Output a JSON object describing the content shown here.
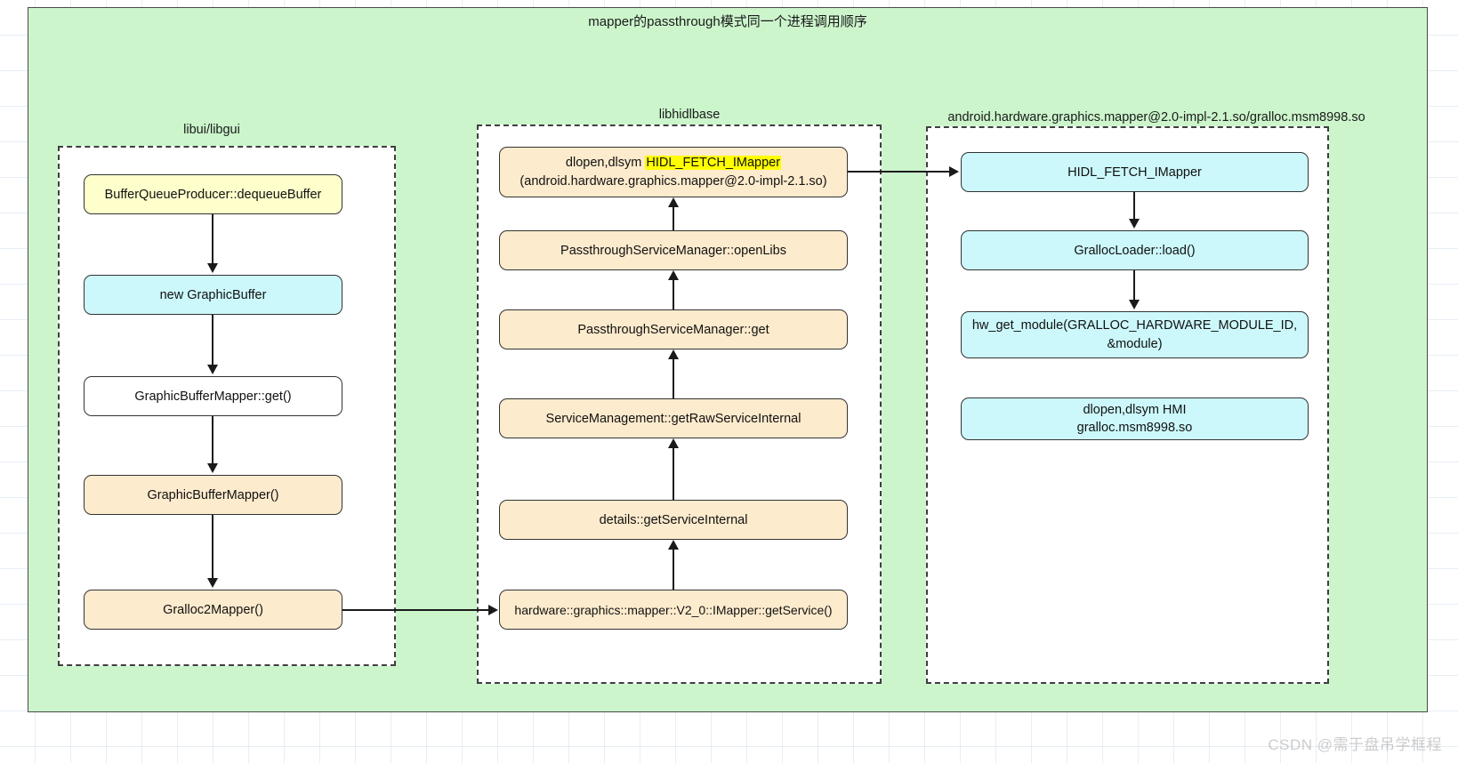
{
  "diagram": {
    "title": "mapper的passthrough模式同一个进程调用顺序",
    "watermark": "CSDN @需于盘吊学框程",
    "colors": {
      "canvas_bg": "#ccf5cc",
      "lane_bg": "#ffffff",
      "lane_border": "#3f3f3f",
      "node_border": "#333333",
      "fill_yellow": "#ffffcc",
      "fill_tan": "#fdebcd",
      "fill_cyan": "#ccf8fb",
      "fill_white": "#ffffff",
      "highlight": "#ffff00",
      "arrow": "#1a1a1a"
    }
  },
  "lanes": [
    {
      "id": "libui",
      "label": "libui/libgui"
    },
    {
      "id": "libhidlbase",
      "label": "libhidlbase"
    },
    {
      "id": "mapper_impl",
      "label": "android.hardware.graphics.mapper@2.0-impl-2.1.so/gralloc.msm8998.so"
    }
  ],
  "nodes": {
    "libui": [
      {
        "id": "n1",
        "label": "BufferQueueProducer::dequeueBuffer",
        "fill": "fill-yellow"
      },
      {
        "id": "n2",
        "label": "new GraphicBuffer",
        "fill": "fill-cyan"
      },
      {
        "id": "n3",
        "label": "GraphicBufferMapper::get()",
        "fill": "fill-white"
      },
      {
        "id": "n4",
        "label": "GraphicBufferMapper()",
        "fill": "fill-tan"
      },
      {
        "id": "n5",
        "label": "Gralloc2Mapper()",
        "fill": "fill-tan"
      }
    ],
    "libhidlbase": [
      {
        "id": "m1",
        "label_prefix": "dlopen,dlsym ",
        "label_highlight": "HIDL_FETCH_IMapper",
        "label_line2": "(android.hardware.graphics.mapper@2.0-impl-2.1.so)",
        "fill": "fill-tan"
      },
      {
        "id": "m2",
        "label": "PassthroughServiceManager::openLibs",
        "fill": "fill-tan"
      },
      {
        "id": "m3",
        "label": "PassthroughServiceManager::get",
        "fill": "fill-tan"
      },
      {
        "id": "m4",
        "label": "ServiceManagement::getRawServiceInternal",
        "fill": "fill-tan"
      },
      {
        "id": "m5",
        "label": "details::getServiceInternal",
        "fill": "fill-tan"
      },
      {
        "id": "m6",
        "label": "hardware::graphics::mapper::V2_0::IMapper::getService()",
        "fill": "fill-tan"
      }
    ],
    "mapper_impl": [
      {
        "id": "r1",
        "label": "HIDL_FETCH_IMapper",
        "fill": "fill-cyan"
      },
      {
        "id": "r2",
        "label": "GrallocLoader::load()",
        "fill": "fill-cyan"
      },
      {
        "id": "r3",
        "label_line1": "hw_get_module(GRALLOC_HARDWARE_MODULE_ID,",
        "label_line2": "&module)",
        "fill": "fill-cyan"
      },
      {
        "id": "r4",
        "label_line1": "dlopen,dlsym HMI",
        "label_line2": "gralloc.msm8998.so",
        "fill": "fill-cyan"
      }
    ]
  },
  "edges": [
    {
      "from": "n1",
      "to": "n2",
      "direction": "down"
    },
    {
      "from": "n2",
      "to": "n3",
      "direction": "down"
    },
    {
      "from": "n3",
      "to": "n4",
      "direction": "down"
    },
    {
      "from": "n4",
      "to": "n5",
      "direction": "down"
    },
    {
      "from": "n5",
      "to": "m6",
      "direction": "right"
    },
    {
      "from": "m6",
      "to": "m5",
      "direction": "up"
    },
    {
      "from": "m5",
      "to": "m4",
      "direction": "up"
    },
    {
      "from": "m4",
      "to": "m3",
      "direction": "up"
    },
    {
      "from": "m3",
      "to": "m2",
      "direction": "up"
    },
    {
      "from": "m2",
      "to": "m1",
      "direction": "up"
    },
    {
      "from": "m1",
      "to": "r1",
      "direction": "right"
    },
    {
      "from": "r1",
      "to": "r2",
      "direction": "down"
    },
    {
      "from": "r2",
      "to": "r3",
      "direction": "down"
    }
  ]
}
